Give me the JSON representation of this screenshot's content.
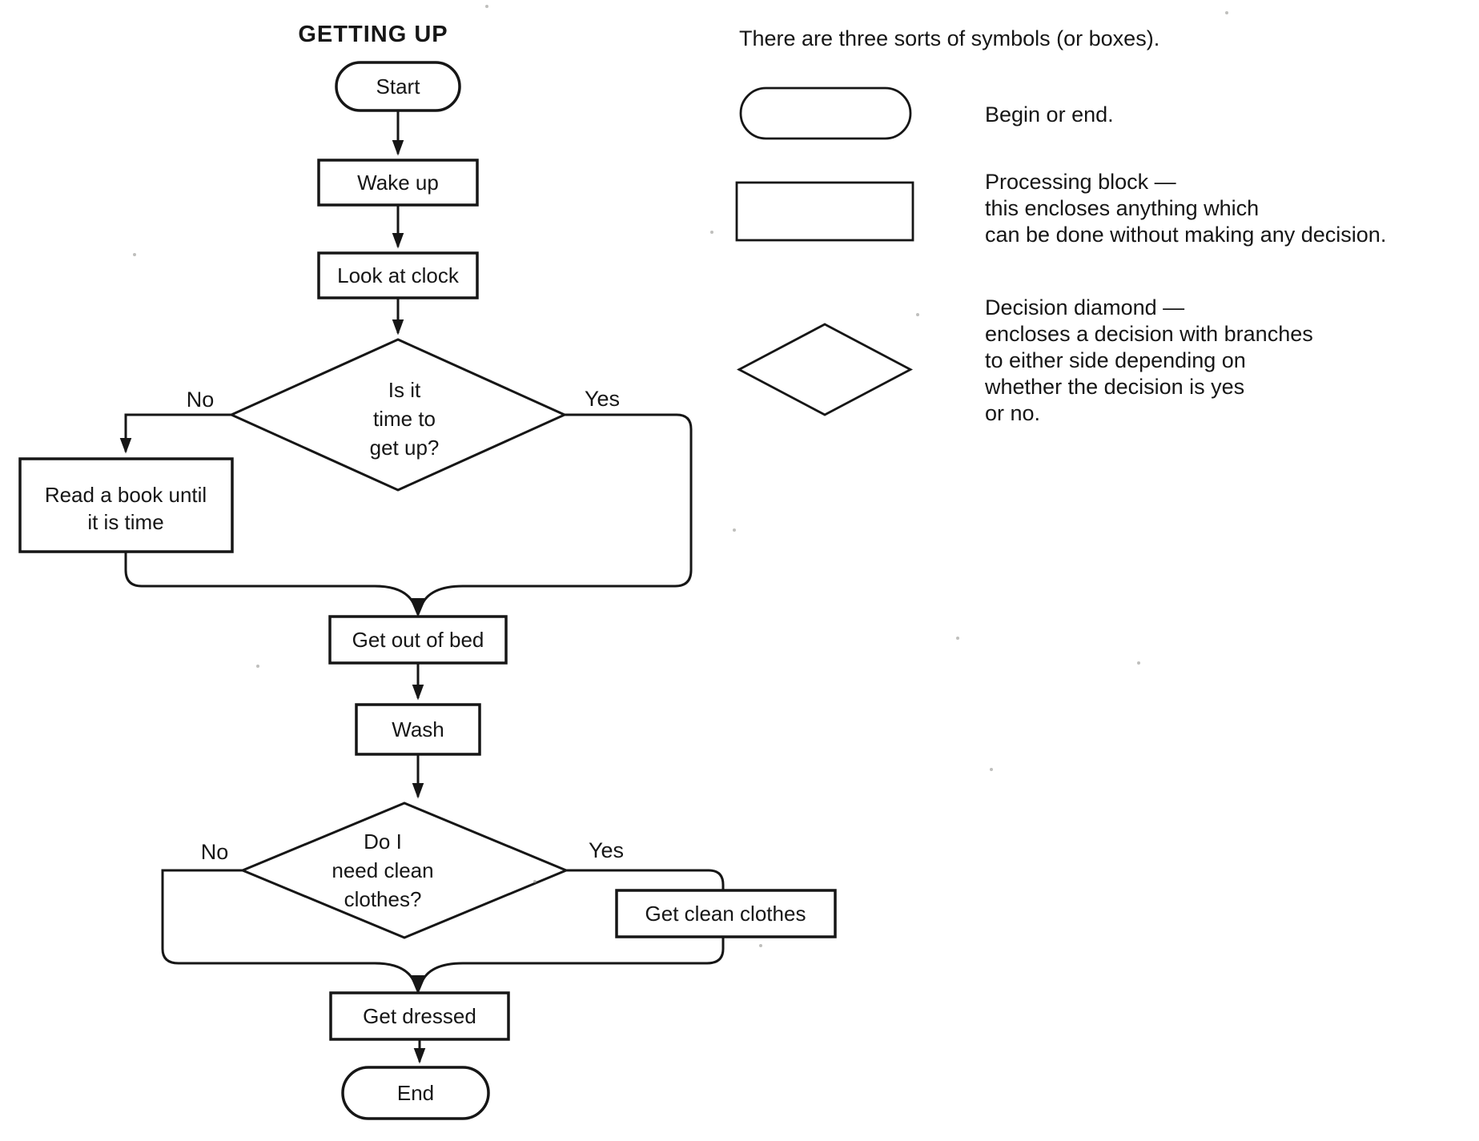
{
  "diagram": {
    "title": "GETTING UP",
    "nodes": {
      "start": "Start",
      "wake_up": "Wake up",
      "look_at_clock": "Look at clock",
      "decision_time": {
        "line1": "Is it",
        "line2": "time to",
        "line3": "get up?"
      },
      "read_book": {
        "line1": "Read a book until",
        "line2": "it is time"
      },
      "get_out_of_bed": "Get out of bed",
      "wash": "Wash",
      "decision_clothes": {
        "line1": "Do I",
        "line2": "need clean",
        "line3": "clothes?"
      },
      "get_clean_clothes": "Get clean clothes",
      "get_dressed": "Get dressed",
      "end": "End"
    },
    "branch_labels": {
      "time_no": "No",
      "time_yes": "Yes",
      "clothes_no": "No",
      "clothes_yes": "Yes"
    }
  },
  "legend": {
    "header": "There are three sorts of symbols (or boxes).",
    "begin_end_label": "Begin or end.",
    "processing": {
      "line1": "Processing block —",
      "line2": "this encloses anything which",
      "line3": "can be done without making any decision."
    },
    "decision": {
      "line1": "Decision diamond —",
      "line2": "encloses a decision with branches",
      "line3": "to either side depending on",
      "line4": "whether the decision is yes",
      "line5": "or no."
    }
  },
  "colors": {
    "ink": "#161616",
    "background": "#ffffff"
  }
}
